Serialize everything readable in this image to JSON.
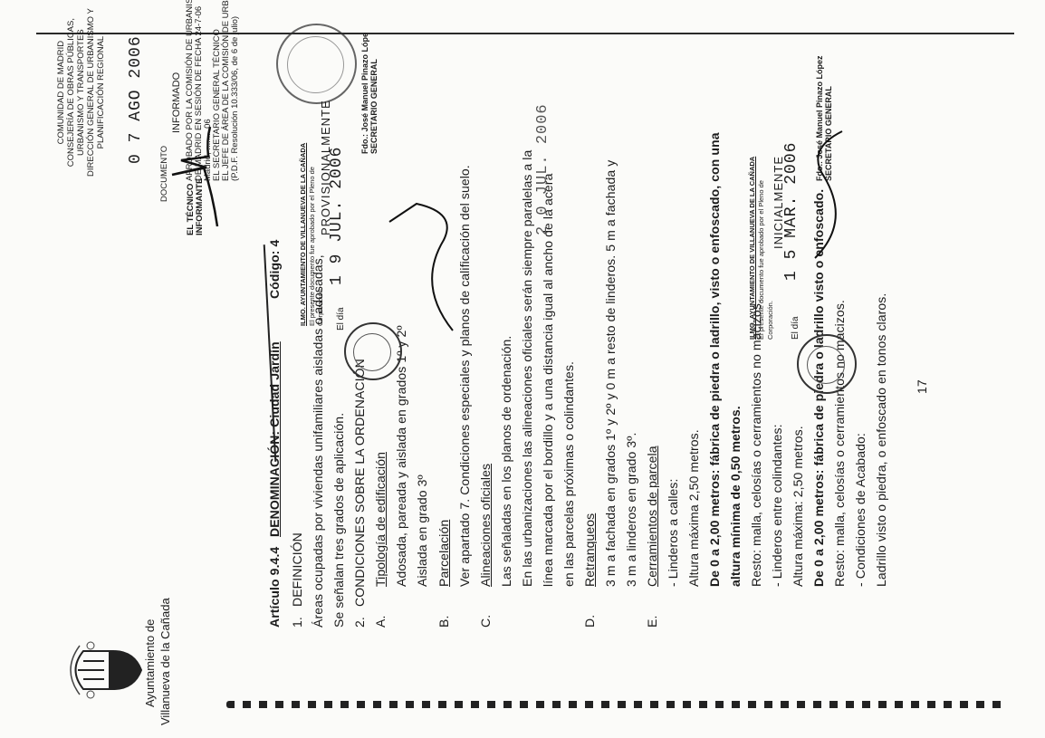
{
  "municipality": {
    "coat_of_arms_icon": "coat-of-arms-icon",
    "name_line1": "Ayuntamiento de",
    "name_line2": "Villanueva de la Cañada"
  },
  "cm_stamp": {
    "lines": [
      "COMUNIDAD DE MADRID",
      "CONSEJERÍA DE OBRAS PÚBLICAS,",
      "URBANISMO Y TRANSPORTES",
      "DIRECCIÓN GENERAL DE URBANISMO Y",
      "PLANIFICACIÓN REGIONAL"
    ],
    "date": "0 7 AGO 2006",
    "documento_label": "DOCUMENTO",
    "informado": "INFORMADO",
    "tecnico_line1": "EL TÉCNICO",
    "tecnico_line2": "INFORMANTE"
  },
  "approval_stamp": {
    "lines": [
      "APROBADO POR LA COMISIÓN DE URBANIS",
      "DE MADRID EN SESIÓN DE FECHA 24-7-06",
      "Madrid, ........ 06",
      "EL SECRETARIO GENERAL TÉCNICO",
      "EL JEFE DE ÁREA DE LA COMISIÓN DE URBANIS",
      "(P.D.F. Resolución 10.333/06, de 6 de julio)"
    ]
  },
  "article": {
    "number": "Artículo 9.4.4",
    "denominacion": "DENOMINACIÓN: Ciudad Jardín",
    "codigo": "Código: 4",
    "s1_num": "1.",
    "s1_title": "DEFINICIÓN",
    "s1_text1": "Áreas ocupadas por viviendas unifamiliares aisladas o adosadas,",
    "s1_text2": "Se señalan tres grados de aplicación.",
    "s2_num": "2.",
    "s2_title": "CONDICIONES SOBRE LA ORDENACIÓN",
    "a_letter": "A.",
    "a_title": "Tipología de edificación",
    "a_l1": "Adosada, pareada y aislada en grados 1º y 2º",
    "a_l2": "Aislada en grado 3º",
    "b_letter": "B.",
    "b_title": "Parcelación",
    "b_l1": "Ver apartado 7. Condiciones especiales y planos de calificación del suelo.",
    "c_letter": "C.",
    "c_title": "Alineaciones oficiales",
    "c_l1": "Las señaladas en los planos de ordenación.",
    "c_l2": "En las urbanizaciones las alineaciones oficiales serán siempre paralelas a la",
    "c_l3": "línea marcada por el bordillo y a una distancia igual al ancho de la acera",
    "c_l4": "en las parcelas próximas o colindantes.",
    "d_letter": "D.",
    "d_title": "Retranqueos",
    "d_l1": "3 m a fachada en grados 1º y 2º y 0 m a resto de linderos. 5 m a fachada y",
    "d_l2": "3 m a linderos en grado 3º.",
    "e_letter": "E.",
    "e_title": "Cerramientos de parcela",
    "e_l1": "- Linderos a calles:",
    "e_l2": "Altura máxima 2,50 metros.",
    "e_l3": "De 0 a 2,00 metros: fábrica de piedra o ladrillo, visto o enfoscado, con una",
    "e_l4": "altura mínima de 0,50 metros.",
    "e_l5": "Resto: malla, celosías o cerramientos no macizos.",
    "e_l6": "- Linderos entre colindantes:",
    "e_l7": "Altura máxima: 2,50 metros.",
    "e_l8": "De 0 a 2,00 metros: fábrica de piedra o ladrillo visto o enfoscado.",
    "e_l9": "Resto: malla, celosías o cerramientos no macizos.",
    "e_l10": "- Condiciones de Acabado:",
    "e_l11": "Ladrillo visto o piedra, o enfoscado en tonos claros."
  },
  "council_stamp_provisional": {
    "header": "ILMO. AYUNTAMIENTO DE VILLANUEVA DE LA CAÑADA",
    "text1": "El presente documento fue aprobado por el Pleno de",
    "text2": "Corporación.",
    "status": "PROVISIONALMENTE",
    "el_dia": "El día",
    "date": "1 9 JUL. 2006",
    "signer1": "Fdo.: José Manuel Pinazo Lópe",
    "signer2": "SECRETARIO GENERAL",
    "stamp_date": "2 0 JUL. 2006"
  },
  "council_stamp_initial": {
    "header": "ILMO. AYUNTAMIENTO DE VILLANUEVA DE LA CAÑADA",
    "text1": "El presente documento fue aprobado por el Pleno de",
    "text2": "Corporación.",
    "status": "INICIALMENTE",
    "el_dia": "El día",
    "date": "1 5 MAR. 2006",
    "signer1": "Fdo.: José Manuel Pinazo López",
    "signer2": "SECRETARIO GENERAL"
  },
  "page_number": "17"
}
